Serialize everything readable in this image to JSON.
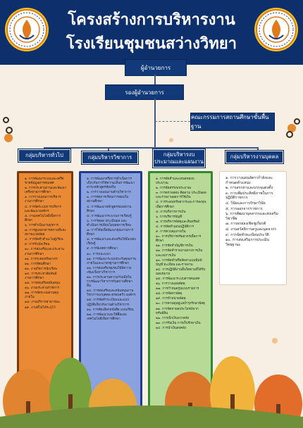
{
  "header": {
    "title_line1": "โครงสร้างการบริหารงาน",
    "title_line2": "โรงเรียนชุมชนสว่างวิทยา"
  },
  "org": {
    "director": "ผู้อำนวยการ",
    "deputy": "รองผู้อำนวยการ",
    "committee": "คณะกรรมการสถานศึกษาขั้นพื้นฐาน"
  },
  "groups": [
    {
      "label": "กลุ่มบริหารทั่วไป",
      "items": [
        "๑. การพัฒนาระบบและเครือข่ายข้อมูลสารสนเทศ",
        "๒. การประสานงานและพัฒนาเครือข่ายการศึกษา",
        "๓. การวางแผนการบริหารงานการศึกษา",
        "๔. การจัดระบบการบริหารและพัฒนาองค์กร",
        "๕. งานเทคโนโลยีเพื่อการศึกษา",
        "๖. การดำเนินงานธุรการ",
        "๗. การดูแลอาคารสถานที่และสภาพแวดล้อม",
        "๘. การจัดทำสำมะโนผู้เรียน",
        "๙. การรับนักเรียน",
        "๑๐. การส่งเสริมและประสานงานการศึกษา",
        "๑๑. การระดมทรัพยากร",
        "๑๒. การทัศนศึกษา",
        "๑๓. งานกิจการนักเรียน",
        "๑๔. การประชาสัมพันธ์งานการศึกษา",
        "๑๕. การส่งเสริมสนับสนุน",
        "๑๖. งานประสานราชการ",
        "๑๗. การจัดระบบควบคุมภายใน",
        "๑๘. งานบริการสาธารณะ",
        "๑๙. งานที่ไม่ได้ระบุไว้"
      ]
    },
    {
      "label": "กลุ่มบริหารวิชาการ",
      "items": [
        "๑. การพัฒนาหรือการดำเนินการเกี่ยวกับการให้ความเห็นการพัฒนาสาระหลักสูตรท้องถิ่น",
        "๒. การวางแผนงานด้านวิชาการ",
        "๓. การจัดการเรียนการสอนในสถานศึกษา",
        "๔. การพัฒนาหลักสูตรของสถานศึกษา",
        "๕. การพัฒนากระบวนการเรียนรู้",
        "๖. การวัดผล ประเมินผล และดำเนินการเทียบโอนผลการเรียน",
        "๗. การวิจัยเพื่อพัฒนาคุณภาพการศึกษา",
        "๘. การพัฒนาและส่งเสริมให้มีแหล่งเรียนรู้",
        "๙. การนิเทศการศึกษา",
        "๑๐. การแนะแนว",
        "๑๑. การพัฒนาระบบประกันคุณภาพภายในและมาตรฐานการศึกษา",
        "๑๒. การส่งเสริมชุมชนให้มีความเข้มแข็งทางวิชาการ",
        "๑๓. การประสานความร่วมมือในการพัฒนาวิชาการกับสถานศึกษาอื่น",
        "๑๔. การส่งเสริมและสนับสนุนงานวิชาการแก่บุคคล ครอบครัว องค์กร",
        "๑๕. การจัดทำระเบียบและแนวปฏิบัติเกี่ยวกับงานด้านวิชาการ",
        "๑๖. การคัดเลือกหนังสือ แบบเรียน",
        "๑๗. การพัฒนาและใช้สื่อและเทคโนโลยีเพื่อการศึกษา"
      ]
    },
    {
      "label": "กลุ่มบริหารงบประมาณและแผนงาน",
      "items": [
        "๑. การจัดทำและเสนอของบประมาณ",
        "๒. การจัดสรรงบประมาณ",
        "๓. การตรวจสอบ ติดตาม ประเมินผล และรายงานผลการใช้เงิน",
        "๔. การระดมทรัพยากรและการลงทุนเพื่อการศึกษา",
        "๕. การบริหารการเงิน",
        "๖. การบริหารบัญชี",
        "๗. การบริหารพัสดุและสินทรัพย์",
        "๘. การจัดทำแผนปฏิบัติการ",
        "๙. การควบคุมภายใน",
        "๑๐. การบริหารทรัพยากรเพื่อการศึกษา",
        "๑๑. การจัดทำบัญชีการเงิน",
        "๑๒. การจัดทำรายงานทางการเงินและงบการเงิน",
        "๑๓. การจัดทำหรือจัดหาแบบพิมพ์บัญชี ทะเบียน และรายงาน",
        "๑๔. การปฏิบัติงานอื่นใดตามที่ได้รับมอบหมาย",
        "๑๕. การพัฒนาระบบสารสนเทศ",
        "๑๖. การวางแผนพัสดุ",
        "๑๗. การกำหนดรูปแบบรายการ",
        "๑๘. การจัดหาพัสดุ",
        "๑๙. การจำหน่ายพัสดุ",
        "๒๐. การควบคุมดูแลบำรุงรักษาพัสดุ",
        "๒๑. การจัดหาผลประโยชน์จากทรัพย์สิน",
        "๒๒. การเบิกเงินจากคลัง",
        "๒๓. การรับเงิน การเก็บรักษาเงิน",
        "๒๔. การนำเงินส่งคลัง"
      ]
    },
    {
      "label": "กลุ่มบริหารงานบุคคล",
      "items": [
        "๑. การวางแผนอัตรากำลังและกำหนดตำแหน่ง",
        "๒. การสรรหาและบรรจุแต่งตั้ง",
        "๓. การเพิ่มประสิทธิภาพในการปฏิบัติราชการ",
        "๔. วินัยและการรักษาวินัย",
        "๕. การออกจากราชการ",
        "๖. การพัฒนาบุคลากรและส่งเสริมวิชาชีพ",
        "๗. การยกย่องเชิดชูเกียรติ",
        "๘. งานสวัสดิการครูและบุคลากร",
        "๙. การจัดทำทะเบียนประวัติ",
        "๑๐. การส่งเสริมการประเมินวิทยฐานะ"
      ]
    }
  ]
}
